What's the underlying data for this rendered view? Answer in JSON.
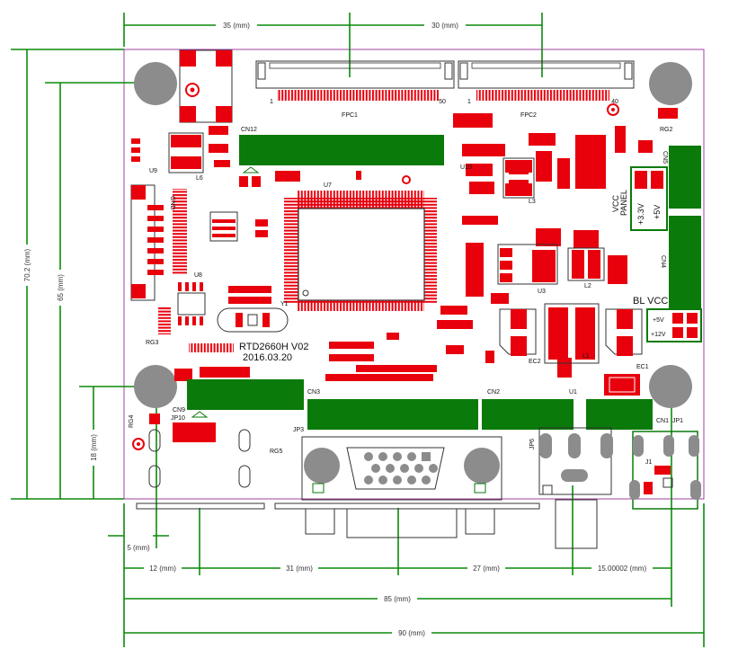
{
  "dimensions": {
    "top_35": "35 (mm)",
    "top_30": "30 (mm)",
    "left_70": "70.2 (mm)",
    "left_65": "65 (mm)",
    "left_18": "18 (mm)",
    "bottom_5": "5 (mm)",
    "bottom_12": "12 (mm)",
    "bottom_31": "31 (mm)",
    "bottom_27": "27 (mm)",
    "bottom_15": "15.00002 (mm)",
    "bottom_85": "85 (mm)",
    "bottom_90": "90 (mm)"
  },
  "board": {
    "model": "RTD2660H  V02",
    "date": "2016.03.20"
  },
  "connectors": {
    "fpc1": "FPC1",
    "fpc2": "FPC2",
    "fpc1_pin1": "1",
    "fpc1_pin50": "50",
    "fpc2_pin1": "1",
    "fpc2_pin40": "40",
    "cn12": "CN12",
    "cn3": "CN3",
    "cn2": "CN2",
    "cn1": "CN1",
    "cn4": "CN4",
    "cn5": "CN5",
    "cn9": "CN9",
    "jp1": "JP1",
    "jp3": "JP3",
    "jp6": "JP6",
    "jp10": "JP10",
    "j1": "J1"
  },
  "parts": {
    "u1": "U1",
    "u3": "U3",
    "u7": "U7",
    "u8": "U8",
    "u9": "U9",
    "u10": "U10",
    "l1": "L1",
    "l2": "L2",
    "l3": "L3",
    "l6": "L6",
    "y1": "Y1",
    "ec1": "EC1",
    "ec2": "EC2",
    "rg2": "RG2",
    "rg3": "RG3",
    "rg4": "RG4",
    "rg5": "RG5",
    "gnd": "GND"
  },
  "power": {
    "panel_vcc_1": "PANEL",
    "panel_vcc_2": "VCC",
    "v33": "+3.3V",
    "v5": "+5V",
    "bl_vcc": "BL  VCC",
    "bl_5v": "+5V",
    "bl_12v": "+12V"
  },
  "colors": {
    "pcb_outline": "#a040a0",
    "trace_green": "#0a7a0a",
    "pad_red": "#e8000c",
    "hole_gray": "#8c8c8c",
    "dim_green": "#0b8a0b"
  }
}
